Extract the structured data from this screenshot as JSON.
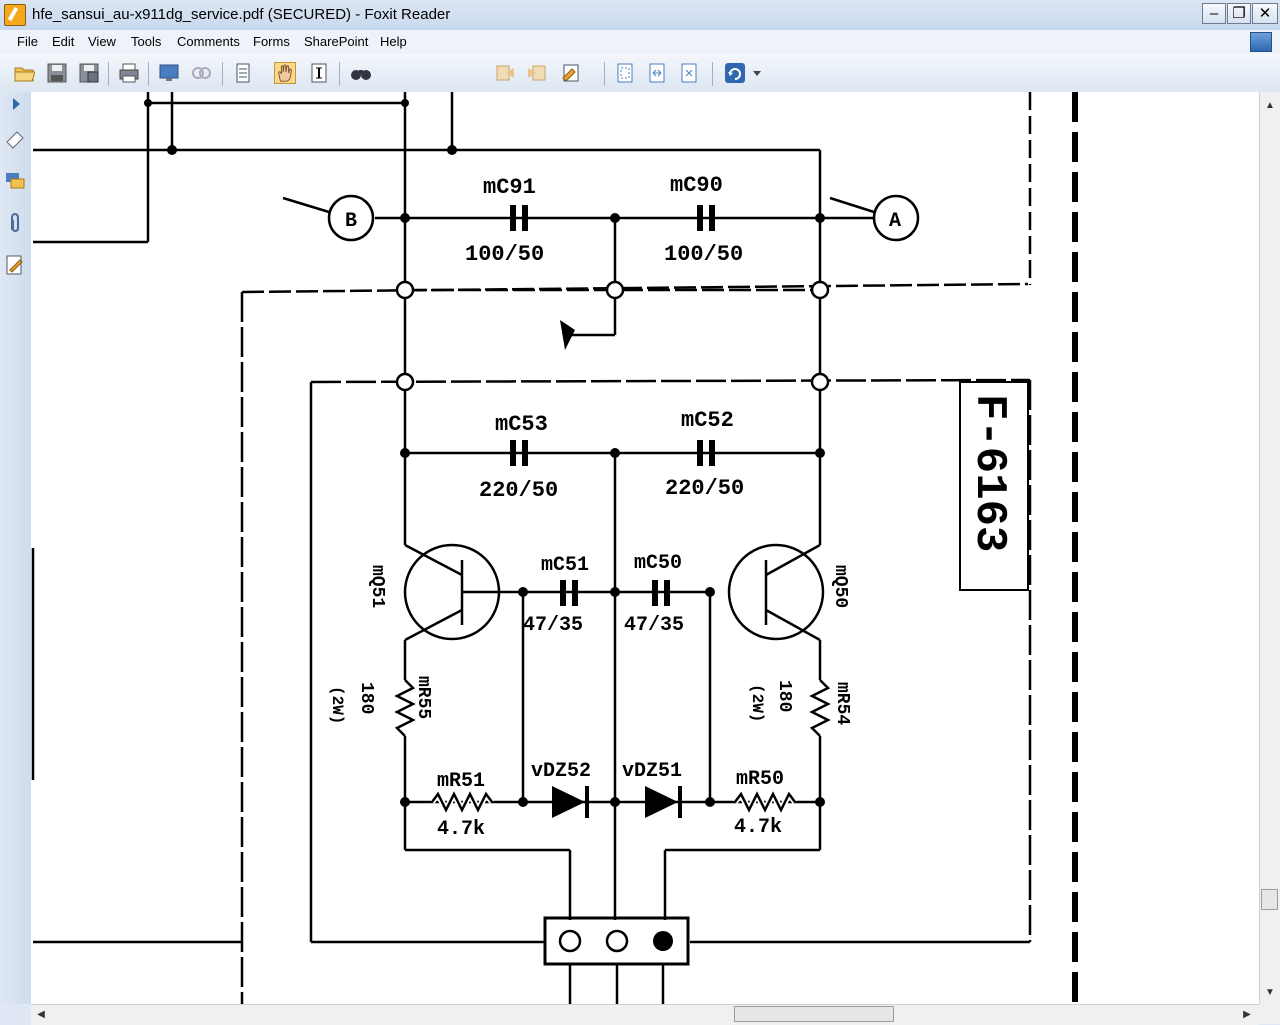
{
  "window": {
    "title": "hfe_sansui_au-x911dg_service.pdf (SECURED) - Foxit Reader",
    "controls": {
      "minimize": "–",
      "restore": "❐",
      "close": "✕"
    }
  },
  "menu": {
    "items": [
      "File",
      "Edit",
      "View",
      "Tools",
      "Comments",
      "Forms",
      "SharePoint",
      "Help"
    ]
  },
  "toolbar": {
    "search_value": "",
    "icons": [
      "open-icon",
      "save-icon",
      "save-as-icon",
      "print-icon",
      "fullscreen-icon",
      "zoom-icon",
      "page-icon",
      "hand-tool-icon",
      "select-text-icon",
      "find-icon",
      "prev-icon",
      "next-icon",
      "annotation-icon",
      "fit-page-icon",
      "fit-width-icon",
      "fit-visible-icon",
      "rotate-icon"
    ]
  },
  "sidebar": {
    "icons": [
      "expand-icon",
      "bookmark-icon",
      "comments-icon",
      "attachments-icon",
      "signature-icon"
    ]
  },
  "schematic": {
    "labels": {
      "mc91": "mC91",
      "mc90": "mC90",
      "cap1": "100/50",
      "cap2": "100/50",
      "mc53": "mC53",
      "mc52": "mC52",
      "cap3": "220/50",
      "cap4": "220/50",
      "mc51": "mC51",
      "mc50": "mC50",
      "cap5": "47/35",
      "cap6": "47/35",
      "q51": "mQ51",
      "q50": "mQ50",
      "r55": "mR55",
      "r54": "mR54",
      "r55v": "180",
      "r54v": "180",
      "r55w": "(2W)",
      "r54w": "(2W)",
      "r51": "mR51",
      "r50": "mR50",
      "r51v": "4.7k",
      "r50v": "4.7k",
      "dz52": "vDZ52",
      "dz51": "vDZ51",
      "node_a": "A",
      "node_b": "B",
      "board": "F-6163"
    }
  },
  "colors": {
    "accent": "#2f67b0",
    "title_bg": "#c9d9ee",
    "page": "#ffffff"
  }
}
